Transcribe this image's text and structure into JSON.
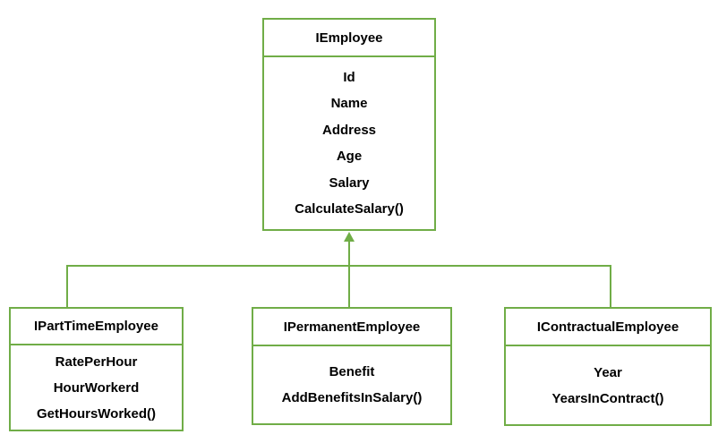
{
  "diagram": {
    "type": "uml-interface-inheritance",
    "colors": {
      "accent": "#70AD47",
      "text": "#000000",
      "background": "#FFFFFF"
    },
    "nodes": {
      "iemployee": {
        "title": "IEmployee",
        "members": [
          "Id",
          "Name",
          "Address",
          "Age",
          "Salary",
          "CalculateSalary()"
        ]
      },
      "iparttime": {
        "title": "IPartTimeEmployee",
        "members": [
          "RatePerHour",
          "HourWorkerd",
          "GetHoursWorked()"
        ]
      },
      "ipermanent": {
        "title": "IPermanentEmployee",
        "members": [
          "Benefit",
          "AddBenefitsInSalary()"
        ]
      },
      "icontractual": {
        "title": "IContractualEmployee",
        "members": [
          "Year",
          "YearsInContract()"
        ]
      }
    },
    "relationships": [
      {
        "from": "IPartTimeEmployee",
        "to": "IEmployee",
        "type": "inheritance"
      },
      {
        "from": "IPermanentEmployee",
        "to": "IEmployee",
        "type": "inheritance"
      },
      {
        "from": "IContractualEmployee",
        "to": "IEmployee",
        "type": "inheritance"
      }
    ]
  }
}
